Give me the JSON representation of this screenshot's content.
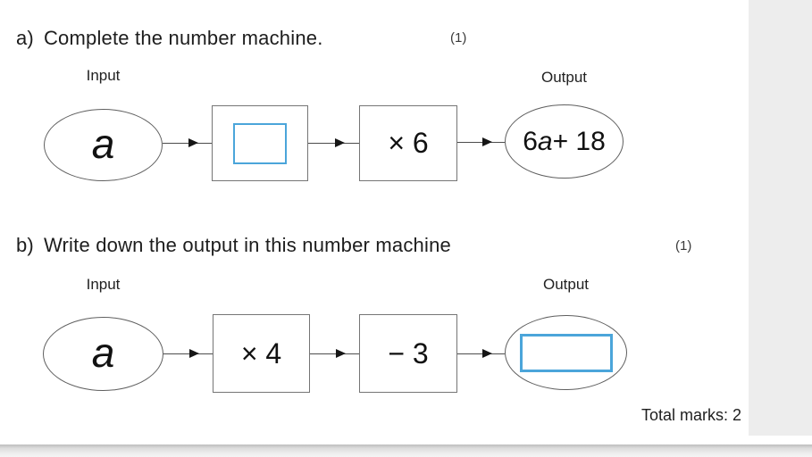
{
  "colors": {
    "accent_blue": "#4ba5da",
    "panel_gray": "#ededed"
  },
  "question_a": {
    "label": "a)",
    "title": "Complete the number machine.",
    "marks": "(1)",
    "input_label": "Input",
    "output_label": "Output",
    "input_value": "a",
    "step1_answer_value": "",
    "step2_value": "× 6",
    "output_prefix": "6",
    "output_var": "a",
    "output_suffix": " + 18"
  },
  "question_b": {
    "label": "b)",
    "title": "Write down the output in this number machine",
    "marks": "(1)",
    "input_label": "Input",
    "output_label": "Output",
    "input_value": "a",
    "step1_value": "× 4",
    "step2_value": "− 3",
    "output_answer_value": ""
  },
  "footer": {
    "total_marks": "Total marks: 2"
  }
}
